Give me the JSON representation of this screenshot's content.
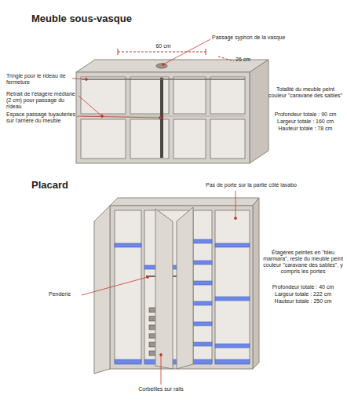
{
  "diagram": {
    "labels": [
      "Meuble sous-vasque",
      "Passage syphon de la vasque",
      "60 cm",
      "26 cm",
      "Tringle pour le rideau de fermeture",
      "Retrait de l'étagère médiane (2 cm) pour passage du rideau",
      "Espace passage tuyauteries sur l'arrière du meuble",
      "Totalité du meuble peint couleur \"caravane des sables\"",
      "Profondeur totale : 90 cm",
      "Largeur totale : 160 cm",
      "Hauteur totale : 78 cm",
      "Placard",
      "Pas de porte sur la partie côté lavabo",
      "Étagères peintes en \"bleu marmara\", reste du meuble peint couleur \"caravane des sables\", y compris les portes",
      "Profondeur totale : 40 cm",
      "Largeur totale : 222 cm",
      "Hauteur totale : 250 cm",
      "Penderie",
      "Corbeilles sur rails"
    ]
  }
}
